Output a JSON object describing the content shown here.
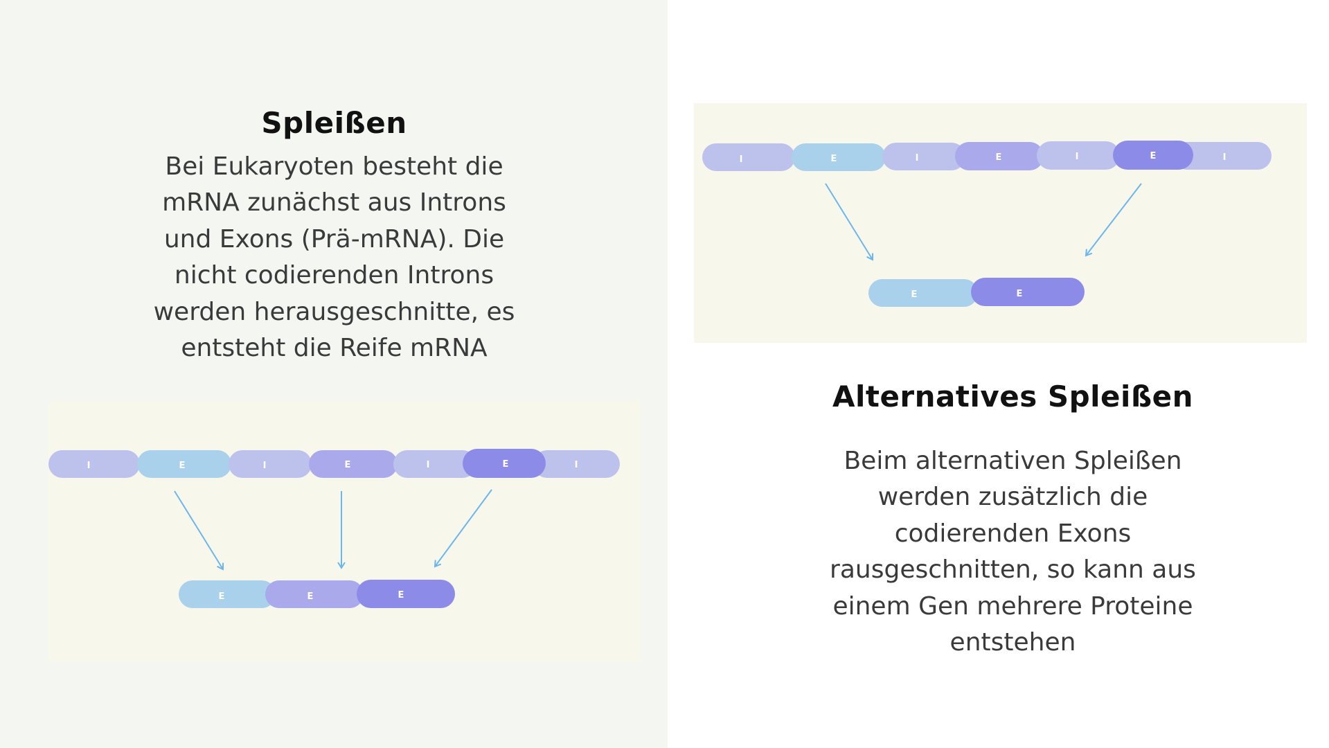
{
  "left": {
    "title": "Spleißen",
    "text": "Bei Eukaryoten besteht die\nmRNA zunächst aus Introns\nund Exons (Prä-mRNA). Die\nnicht codierenden Introns\nwerden herausgeschnitte, es\nentsteht die Reife mRNA"
  },
  "right": {
    "title": "Alternatives Spleißen",
    "text": "Beim alternativen Spleißen\nwerden zusätzlich die\ncodierenden Exons\nrausgeschnitten, so kann aus\neinem Gen mehrere Proteine\nentstehen"
  },
  "colors": {
    "panel_left": "#f4f6f2",
    "diagram_bg": "#f8f7ec",
    "intron": "#bdc2ec",
    "exon_light": "#a9d1ec",
    "exon_mid": "#a9a9ec",
    "exon_dark": "#8c8ce8",
    "arrow": "#6bb6ec"
  },
  "diagram_left": {
    "pre_mrna": [
      {
        "type": "intron",
        "label": "I"
      },
      {
        "type": "exon",
        "label": "E"
      },
      {
        "type": "intron",
        "label": "I"
      },
      {
        "type": "exon",
        "label": "E"
      },
      {
        "type": "intron",
        "label": "I"
      },
      {
        "type": "exon",
        "label": "E"
      },
      {
        "type": "intron",
        "label": "I"
      }
    ],
    "mature_mrna": [
      {
        "type": "exon",
        "label": "E"
      },
      {
        "type": "exon",
        "label": "E"
      },
      {
        "type": "exon",
        "label": "E"
      }
    ]
  },
  "diagram_right": {
    "pre_mrna": [
      {
        "type": "intron",
        "label": "I"
      },
      {
        "type": "exon",
        "label": "E"
      },
      {
        "type": "intron",
        "label": "I"
      },
      {
        "type": "exon",
        "label": "E"
      },
      {
        "type": "intron",
        "label": "I"
      },
      {
        "type": "exon",
        "label": "E"
      },
      {
        "type": "intron",
        "label": "I"
      }
    ],
    "mature_mrna": [
      {
        "type": "exon",
        "label": "E"
      },
      {
        "type": "exon",
        "label": "E"
      }
    ]
  }
}
